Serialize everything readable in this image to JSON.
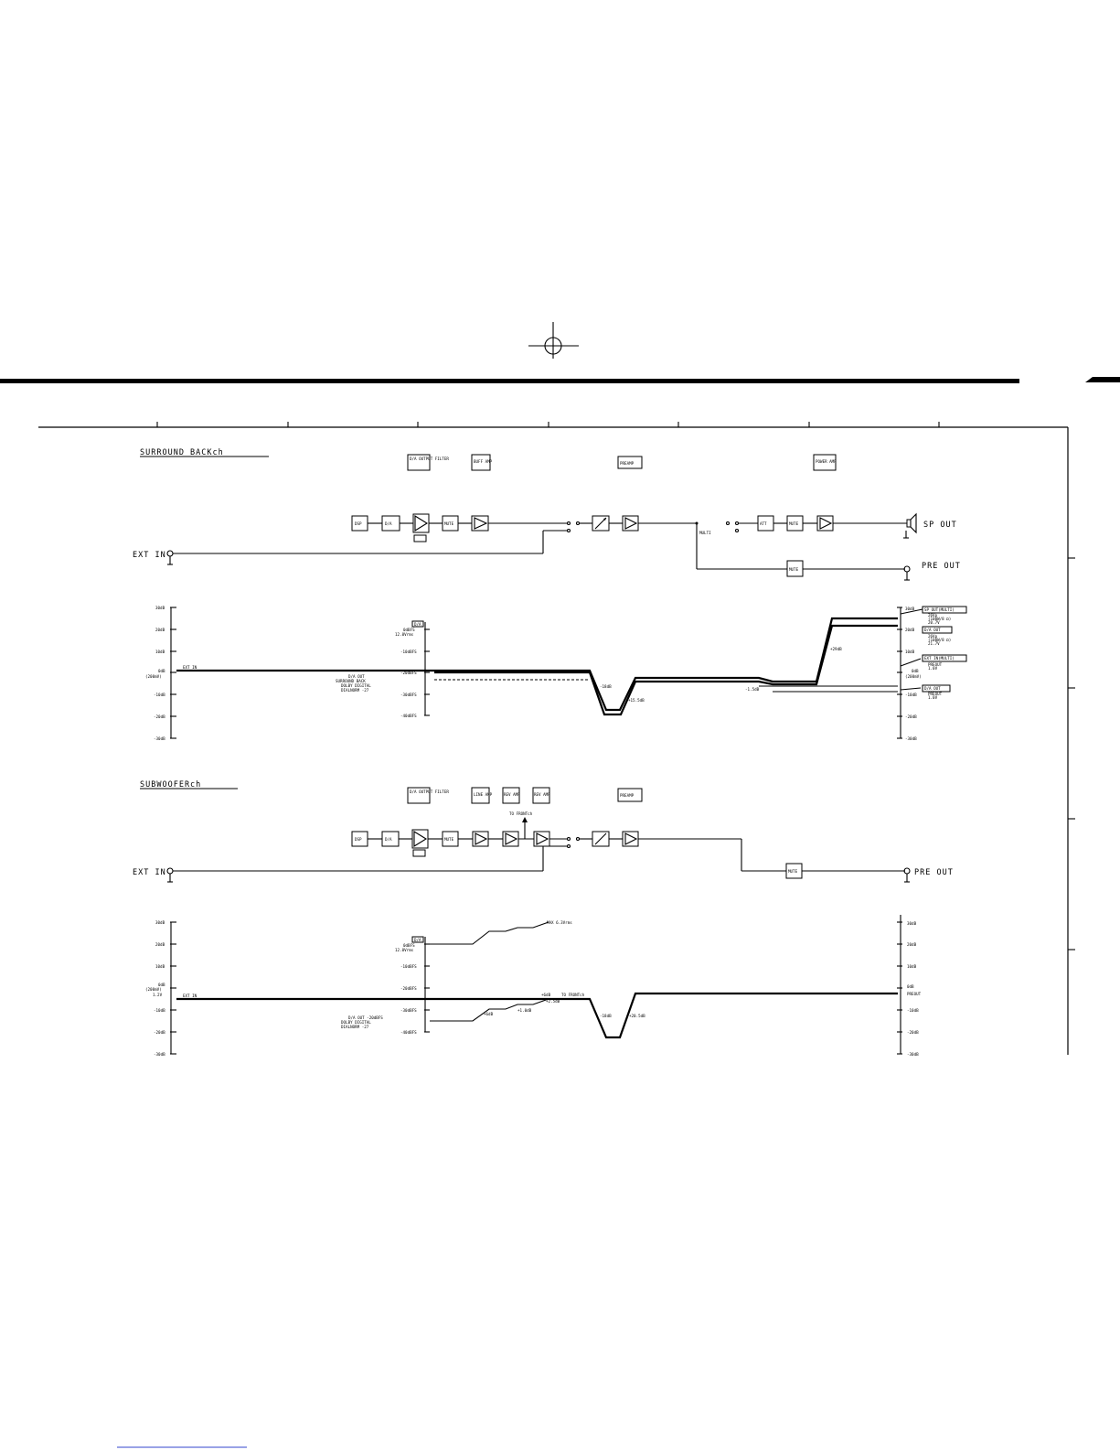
{
  "sections": [
    {
      "title": "SURROUND BACKch",
      "header_boxes": [
        "D/A OUTPUT FILTER",
        "BUFF AMP",
        "PREAMP",
        "POWER AMP"
      ],
      "chain_blocks": [
        "DSP",
        "D/A",
        "MUTE",
        "ATT",
        "MUTE",
        "MUTE"
      ],
      "sw_label": "MULTI",
      "input_label": "EXT IN",
      "outputs": [
        "SP OUT",
        "PRE OUT"
      ],
      "axis_left": [
        "30dB",
        "20dB",
        "10dB",
        "0dB",
        "(200mV)",
        "-10dB",
        "-20dB",
        "-30dB"
      ],
      "axis_mid": [
        "D/A",
        "0dBFS",
        "12.0Vrms",
        "-10dBFS",
        "-20dBFS",
        "-30dBFS",
        "-40dBFS"
      ],
      "axis_right": [
        "30dB",
        "20dB",
        "10dB",
        "0dB",
        "(200mV)",
        "-10dB",
        "-20dB",
        "-30dB"
      ],
      "annotations": [
        "EXT IN",
        "D/A OUT",
        "SURROUND BACK",
        "DOLBY DIGITAL",
        "DIALNORM -27",
        "-18dB",
        "+15.5dB",
        "-1.5dB",
        "+29dB"
      ],
      "right_notes": [
        {
          "box": "SP OUT(MULTI)",
          "lines": [
            "26Vp",
            "(100W/8 Ω)",
            "20.7V"
          ]
        },
        {
          "box": "D/A OUT",
          "lines": [
            "26Vp",
            "(100W/8 Ω)",
            "21.7V"
          ]
        },
        {
          "box": "EXT IN(MULTI)",
          "lines": [
            "PREOUT",
            "1.0V"
          ]
        },
        {
          "box": "D/A OUT",
          "lines": [
            "PREOUT",
            "1.0V"
          ]
        }
      ]
    },
    {
      "title": "SUBWOOFERch",
      "header_boxes": [
        "D/A OUTPUT FILTER",
        "LINE AMP",
        "REV AMP",
        "REV AMP",
        "PREAMP"
      ],
      "chain_blocks": [
        "DSP",
        "D/A",
        "MUTE",
        "MUTE"
      ],
      "to_front": "TO FRONTch",
      "input_label": "EXT IN",
      "outputs": [
        "PRE OUT"
      ],
      "axis_left": [
        "30dB",
        "20dB",
        "10dB",
        "0dB",
        "(200mV)",
        "1.2V",
        "-10dB",
        "-20dB",
        "-30dB"
      ],
      "axis_mid": [
        "D/A",
        "0dBFS",
        "12.0Vrms",
        "-10dBFS",
        "-20dBFS",
        "-30dBFS",
        "-40dBFS"
      ],
      "axis_right": [
        "30dB",
        "20dB",
        "10dB",
        "0dB",
        "PREOUT",
        "-10dB",
        "-20dB",
        "-30dB"
      ],
      "annotations": [
        "EXT IN",
        "MAX 6.3Vrms",
        "+6dB",
        "+2.5dB",
        "+1.0dB",
        "+6dB",
        "TO FRONTch",
        "D/A OUT -20dBFS",
        "DOLBY DIGITAL",
        "DIALNORM -27",
        "-18dB",
        "+20.5dB"
      ]
    }
  ]
}
